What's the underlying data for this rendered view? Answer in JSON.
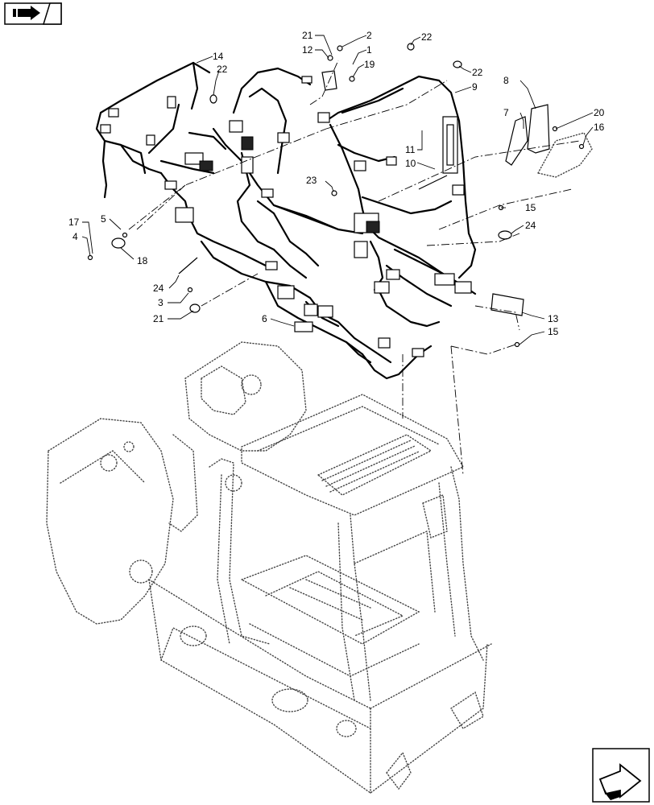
{
  "callouts": [
    {
      "id": "c21a",
      "text": "21"
    },
    {
      "id": "c2",
      "text": "2"
    },
    {
      "id": "c12",
      "text": "12"
    },
    {
      "id": "c1",
      "text": "1"
    },
    {
      "id": "c19",
      "text": "19"
    },
    {
      "id": "c22a",
      "text": "22"
    },
    {
      "id": "c22b",
      "text": "22"
    },
    {
      "id": "c22c",
      "text": "22"
    },
    {
      "id": "c9",
      "text": "9"
    },
    {
      "id": "c14",
      "text": "14"
    },
    {
      "id": "c8",
      "text": "8"
    },
    {
      "id": "c7",
      "text": "7"
    },
    {
      "id": "c20",
      "text": "20"
    },
    {
      "id": "c16",
      "text": "16"
    },
    {
      "id": "c11",
      "text": "11"
    },
    {
      "id": "c10",
      "text": "10"
    },
    {
      "id": "c23",
      "text": "23"
    },
    {
      "id": "c15a",
      "text": "15"
    },
    {
      "id": "c24a",
      "text": "24"
    },
    {
      "id": "c17",
      "text": "17"
    },
    {
      "id": "c5",
      "text": "5"
    },
    {
      "id": "c4",
      "text": "4"
    },
    {
      "id": "c18",
      "text": "18"
    },
    {
      "id": "c24b",
      "text": "24"
    },
    {
      "id": "c3",
      "text": "3"
    },
    {
      "id": "c21b",
      "text": "21"
    },
    {
      "id": "c6",
      "text": "6"
    },
    {
      "id": "c13",
      "text": "13"
    },
    {
      "id": "c15b",
      "text": "15"
    }
  ],
  "icons": {
    "top_left": "page-navigation-icon",
    "bottom_right": "next-page-arrow-icon"
  }
}
